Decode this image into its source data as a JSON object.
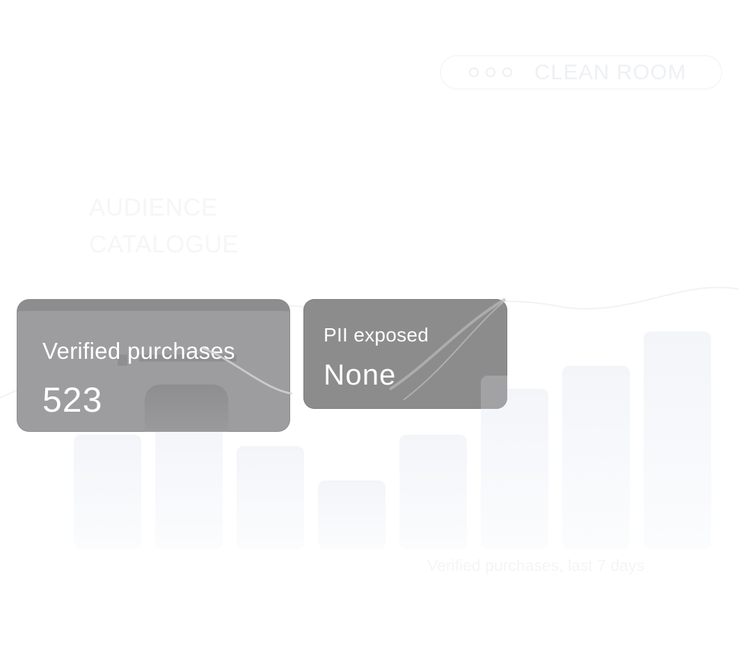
{
  "window": {
    "pill_label": "CLEAN ROOM",
    "traffic_lights": [
      "window-dot-icon",
      "window-dot-icon",
      "window-dot-icon"
    ]
  },
  "heading": "AUDIENCE\nCATALOGUE",
  "cards": {
    "purchases": {
      "label": "Verified purchases",
      "value": "523"
    },
    "pii": {
      "label": "PII exposed",
      "value": "None"
    }
  },
  "colors": {
    "card_primary": "#9d9d9f",
    "card_secondary": "#8c8c8c",
    "bar_fill": "#f6f8fb",
    "background": "#ffffff"
  },
  "chart_data": {
    "type": "bar",
    "categories": [
      "",
      "",
      "",
      "",
      "",
      "",
      "",
      ""
    ],
    "values": [
      10,
      11,
      9,
      6,
      10,
      14,
      16,
      19
    ],
    "title": "Verified purchases, last 7 days",
    "xlabel": "",
    "ylabel": "",
    "ylim": [
      0,
      20
    ],
    "grid": false
  }
}
